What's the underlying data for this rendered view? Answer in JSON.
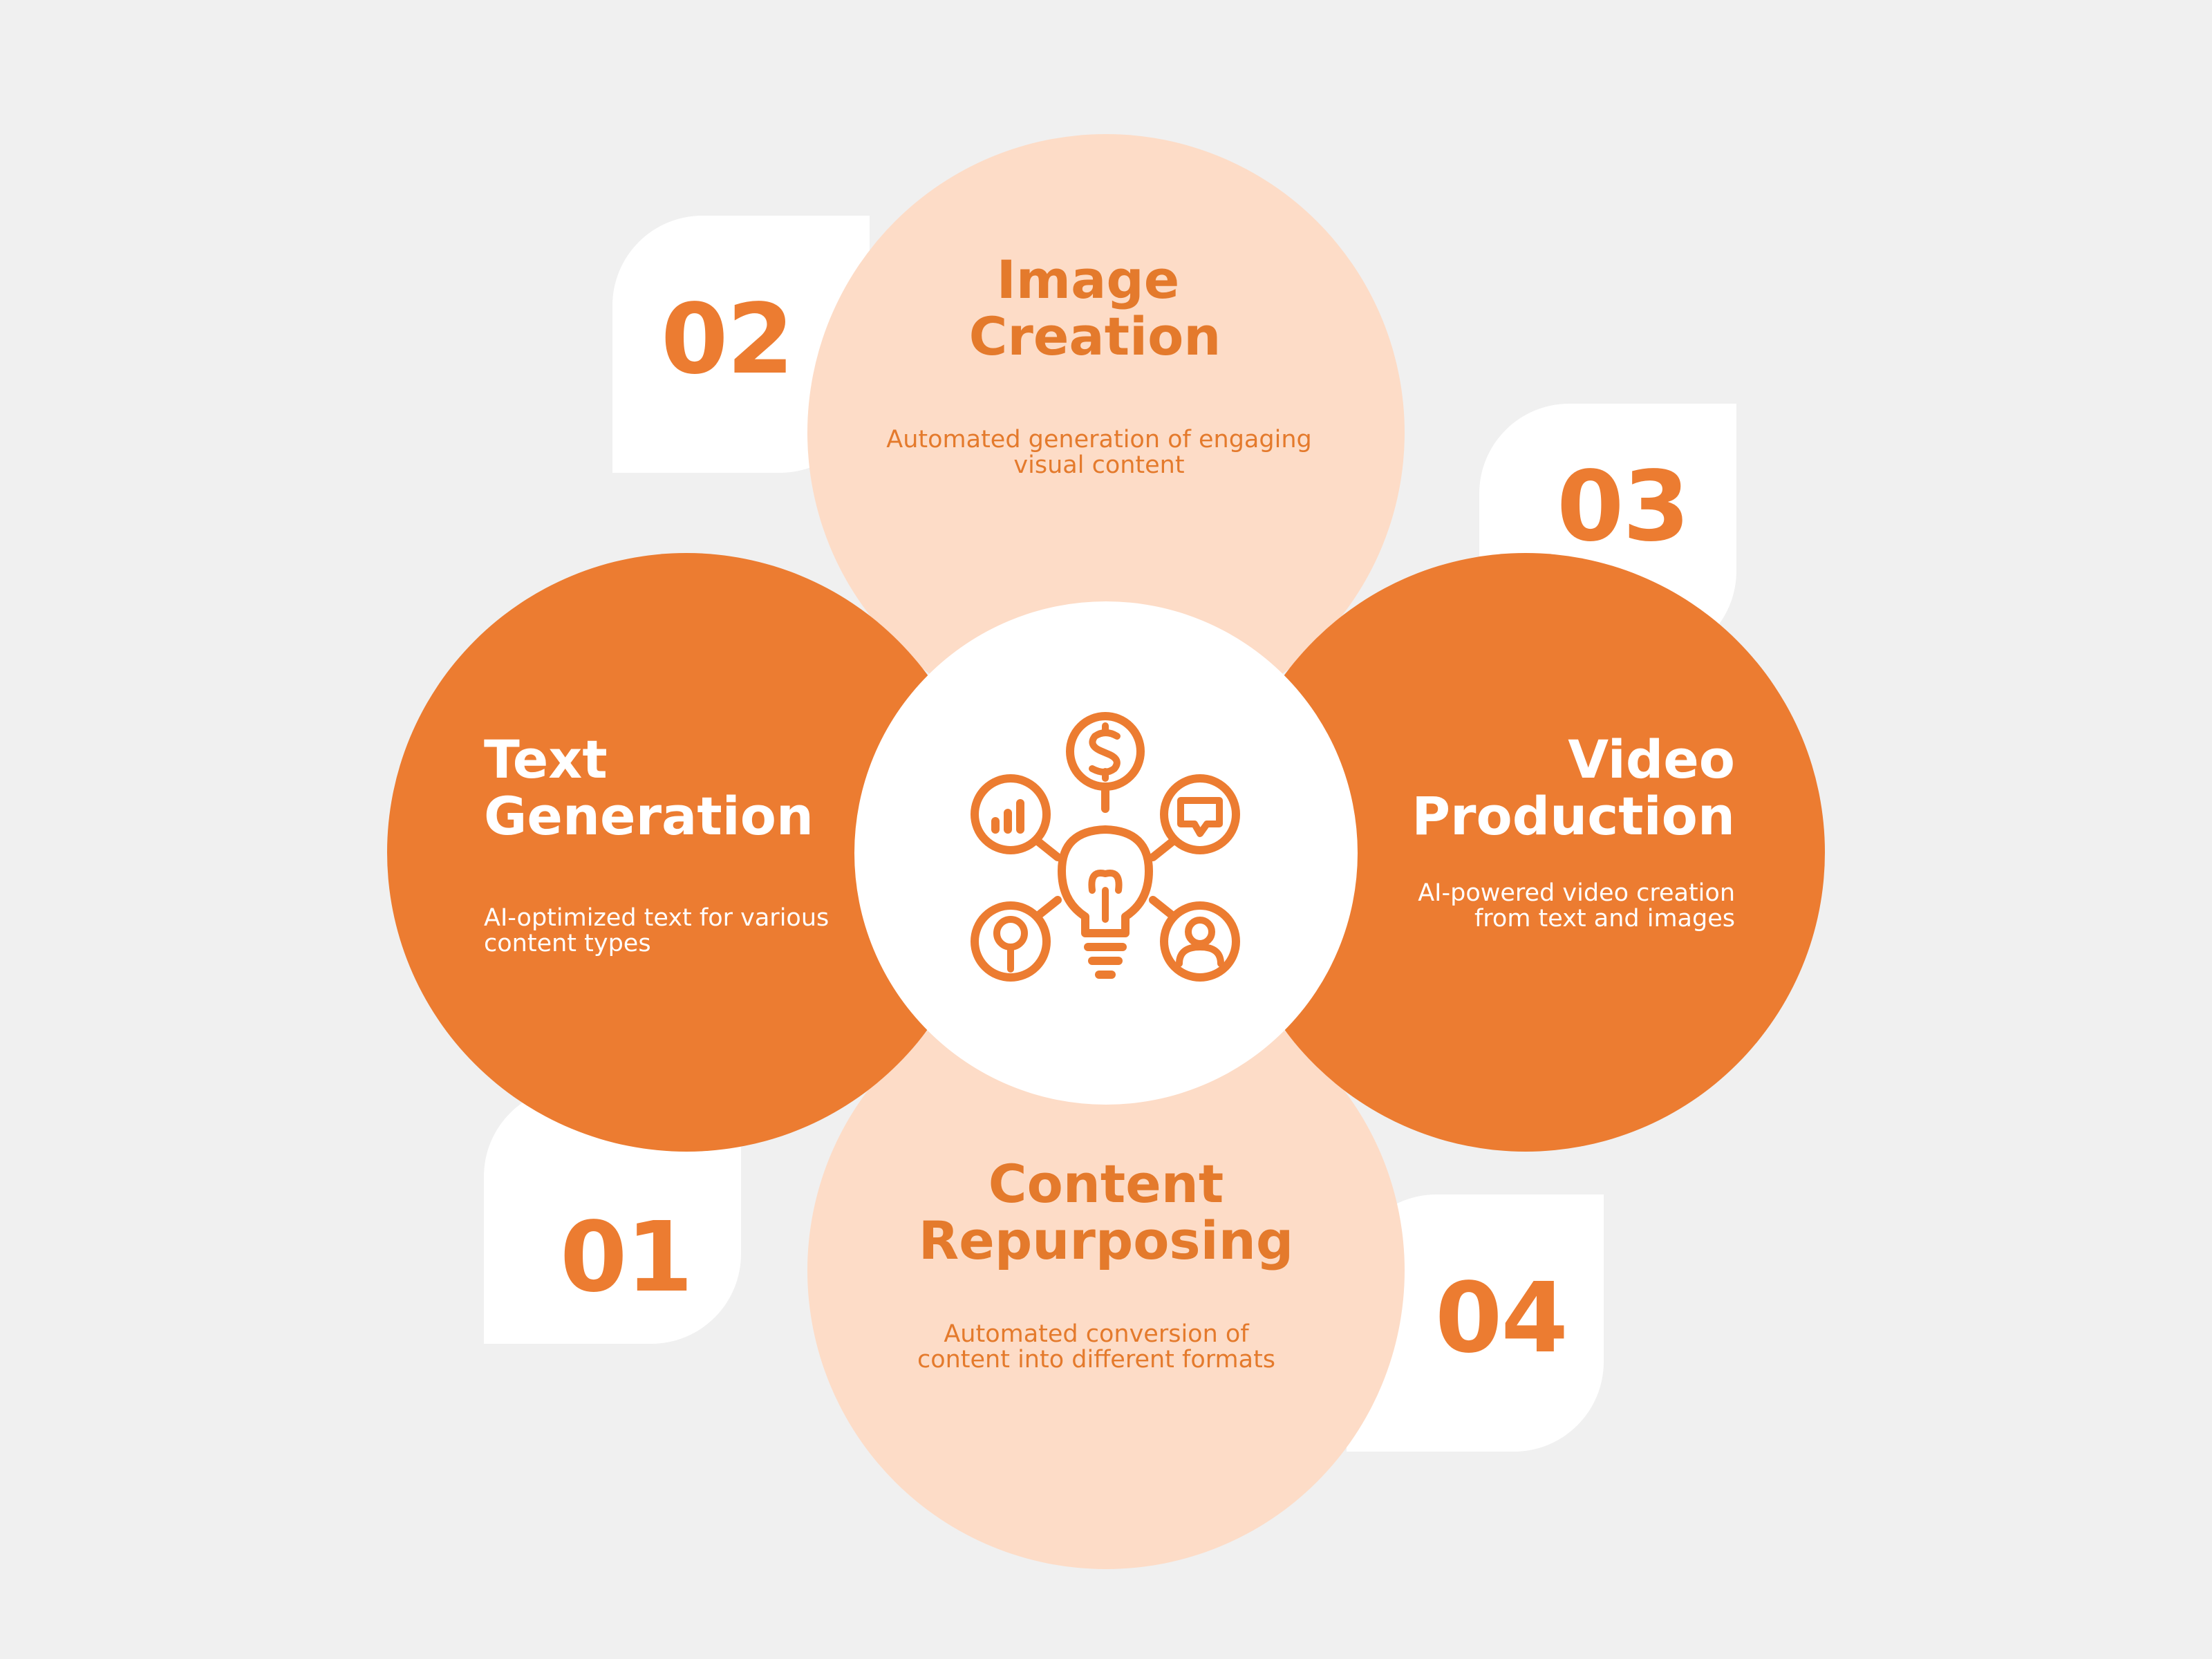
{
  "steps": [
    {
      "number": "01",
      "title_line1": "Text",
      "title_line2": "Generation",
      "description_line1": "AI-optimized text for various",
      "description_line2": "content types"
    },
    {
      "number": "02",
      "title_line1": "Image",
      "title_line2": "Creation",
      "description_line1": "Automated generation of engaging",
      "description_line2": "visual content"
    },
    {
      "number": "03",
      "title_line1": "Video",
      "title_line2": "Production",
      "description_line1": "AI-powered video creation",
      "description_line2": "from text and images"
    },
    {
      "number": "04",
      "title_line1": "Content",
      "title_line2": "Repurposing",
      "description_line1": "Automated conversion of",
      "description_line2": "content into different formats"
    }
  ],
  "center_icon": "lightbulb-idea-hub-icon",
  "satellite_icons": [
    "dollar-icon",
    "chat-bubble-icon",
    "bar-chart-search-icon",
    "location-pin-icon",
    "user-icon"
  ],
  "colors": {
    "background": "#f0f0f0",
    "accent": "#ec7c31",
    "light_accent": "#fddcc7",
    "white": "#ffffff"
  }
}
